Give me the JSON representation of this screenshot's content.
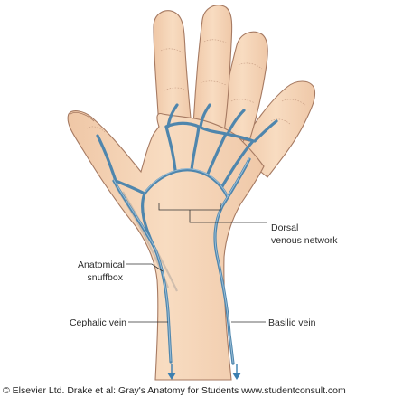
{
  "labels": {
    "dorsal_line1": "Dorsal",
    "dorsal_line2": "venous network",
    "snuffbox_line1": "Anatomical",
    "snuffbox_line2": "snuffbox",
    "cephalic": "Cephalic vein",
    "basilic": "Basilic vein"
  },
  "copyright": "© Elsevier Ltd. Drake et al: Gray's Anatomy for Students www.studentconsult.com",
  "colors": {
    "skin": "#f6d6b8",
    "skin_outline": "#a67a62",
    "vein": "#4f86ad",
    "vein_highlight": "#a9c9df",
    "arrow": "#3b7fb0"
  }
}
